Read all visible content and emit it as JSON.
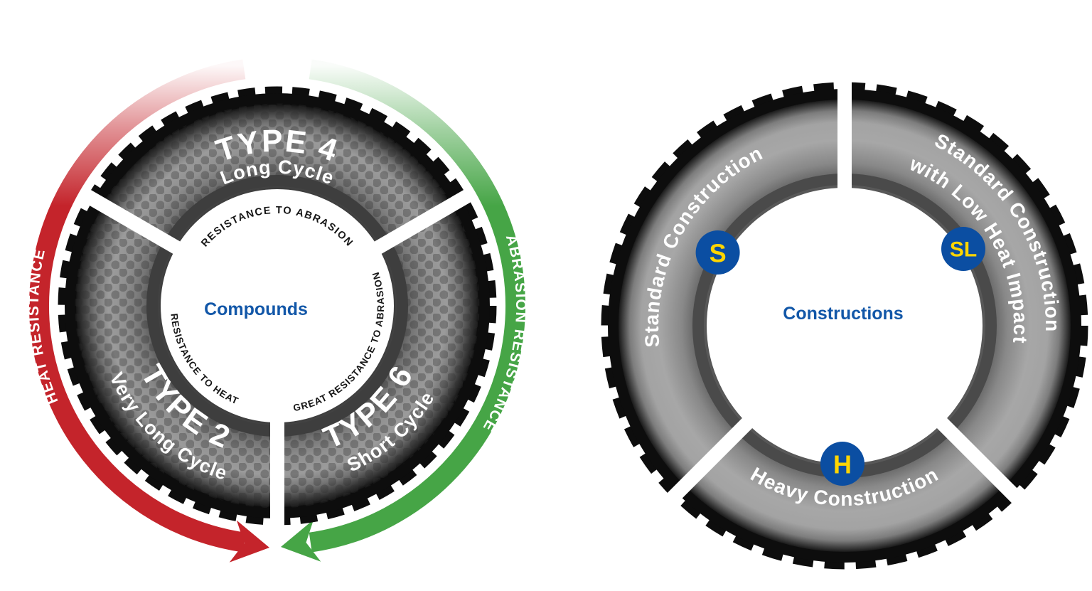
{
  "left": {
    "center_label": "Compounds",
    "segments": [
      {
        "title": "TYPE 4",
        "subtitle": "Long Cycle",
        "note": "RESISTANCE TO ABRASION"
      },
      {
        "title": "TYPE 2",
        "subtitle": "Very Long Cycle",
        "note": "RESISTANCE TO HEAT"
      },
      {
        "title": "TYPE 6",
        "subtitle": "Short Cycle",
        "note": "GREAT RESISTANCE TO ABRASION"
      }
    ],
    "arrows": [
      {
        "label": "HEAT RESISTANCE",
        "color": "#C4242B"
      },
      {
        "label": "ABRASION RESISTANCE",
        "color": "#46A546"
      }
    ]
  },
  "right": {
    "center_label": "Constructions",
    "segments": [
      {
        "label": "Standard Construction",
        "badge": "S"
      },
      {
        "label": "Standard Construction with Low Heat Impact",
        "label_line1": "Standard Construction",
        "label_line2": "with Low Heat Impact",
        "badge": "SL"
      },
      {
        "label": "Heavy Construction",
        "badge": "H"
      }
    ],
    "badge_bg": "#0B4EA2",
    "badge_fg": "#FFD500"
  },
  "colors": {
    "accent_blue": "#1257A8",
    "heat_red": "#C4242B",
    "abrasion_green": "#46A546",
    "tire_dark": "#111111"
  }
}
